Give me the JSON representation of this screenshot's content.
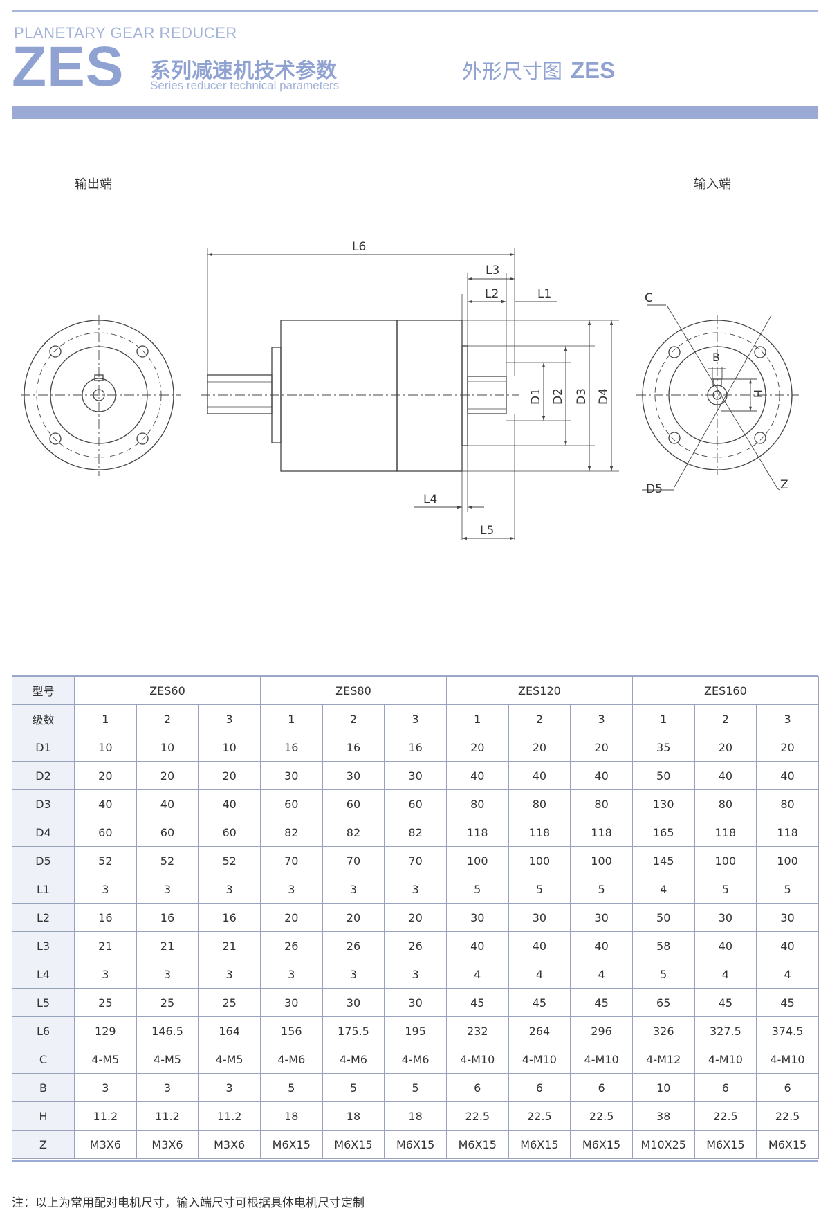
{
  "header": {
    "category": "PLANETARY GEAR REDUCER",
    "series": "ZES",
    "title_cn": "系列减速机技术参数",
    "title_en": "Series reducer technical parameters",
    "drawing_title": "外形尺寸图",
    "drawing_model": "ZES"
  },
  "drawing": {
    "output_end": "输出端",
    "input_end": "输入端",
    "dims": {
      "L6": "L6",
      "L3": "L3",
      "L2": "L2",
      "L1": "L1",
      "L4": "L4",
      "L5": "L5",
      "D1": "D1",
      "D2": "D2",
      "D3": "D3",
      "D4": "D4",
      "C": "C",
      "B": "B",
      "H": "H",
      "D5": "D5",
      "Z": "Z"
    }
  },
  "table": {
    "model_label": "型号",
    "stage_label": "级数",
    "models": [
      "ZES60",
      "ZES80",
      "ZES120",
      "ZES160"
    ],
    "stages": [
      "1",
      "2",
      "3",
      "1",
      "2",
      "3",
      "1",
      "2",
      "3",
      "1",
      "2",
      "3"
    ],
    "rows": [
      {
        "name": "D1",
        "values": [
          "10",
          "10",
          "10",
          "16",
          "16",
          "16",
          "20",
          "20",
          "20",
          "35",
          "20",
          "20"
        ]
      },
      {
        "name": "D2",
        "values": [
          "20",
          "20",
          "20",
          "30",
          "30",
          "30",
          "40",
          "40",
          "40",
          "50",
          "40",
          "40"
        ]
      },
      {
        "name": "D3",
        "values": [
          "40",
          "40",
          "40",
          "60",
          "60",
          "60",
          "80",
          "80",
          "80",
          "130",
          "80",
          "80"
        ]
      },
      {
        "name": "D4",
        "values": [
          "60",
          "60",
          "60",
          "82",
          "82",
          "82",
          "118",
          "118",
          "118",
          "165",
          "118",
          "118"
        ]
      },
      {
        "name": "D5",
        "values": [
          "52",
          "52",
          "52",
          "70",
          "70",
          "70",
          "100",
          "100",
          "100",
          "145",
          "100",
          "100"
        ]
      },
      {
        "name": "L1",
        "values": [
          "3",
          "3",
          "3",
          "3",
          "3",
          "3",
          "5",
          "5",
          "5",
          "4",
          "5",
          "5"
        ]
      },
      {
        "name": "L2",
        "values": [
          "16",
          "16",
          "16",
          "20",
          "20",
          "20",
          "30",
          "30",
          "30",
          "50",
          "30",
          "30"
        ]
      },
      {
        "name": "L3",
        "values": [
          "21",
          "21",
          "21",
          "26",
          "26",
          "26",
          "40",
          "40",
          "40",
          "58",
          "40",
          "40"
        ]
      },
      {
        "name": "L4",
        "values": [
          "3",
          "3",
          "3",
          "3",
          "3",
          "3",
          "4",
          "4",
          "4",
          "5",
          "4",
          "4"
        ]
      },
      {
        "name": "L5",
        "values": [
          "25",
          "25",
          "25",
          "30",
          "30",
          "30",
          "45",
          "45",
          "45",
          "65",
          "45",
          "45"
        ]
      },
      {
        "name": "L6",
        "values": [
          "129",
          "146.5",
          "164",
          "156",
          "175.5",
          "195",
          "232",
          "264",
          "296",
          "326",
          "327.5",
          "374.5"
        ]
      },
      {
        "name": "C",
        "values": [
          "4-M5",
          "4-M5",
          "4-M5",
          "4-M6",
          "4-M6",
          "4-M6",
          "4-M10",
          "4-M10",
          "4-M10",
          "4-M12",
          "4-M10",
          "4-M10"
        ]
      },
      {
        "name": "B",
        "values": [
          "3",
          "3",
          "3",
          "5",
          "5",
          "5",
          "6",
          "6",
          "6",
          "10",
          "6",
          "6"
        ]
      },
      {
        "name": "H",
        "values": [
          "11.2",
          "11.2",
          "11.2",
          "18",
          "18",
          "18",
          "22.5",
          "22.5",
          "22.5",
          "38",
          "22.5",
          "22.5"
        ]
      },
      {
        "name": "Z",
        "values": [
          "M3X6",
          "M3X6",
          "M3X6",
          "M6X15",
          "M6X15",
          "M6X15",
          "M6X15",
          "M6X15",
          "M6X15",
          "M10X25",
          "M6X15",
          "M6X15"
        ]
      }
    ]
  },
  "note": "注：以上为常用配对电机尺寸，输入端尺寸可根据具体电机尺寸定制",
  "colors": {
    "accent": "#8fa2d1",
    "bar": "#9aaad4",
    "line": "#555555"
  }
}
